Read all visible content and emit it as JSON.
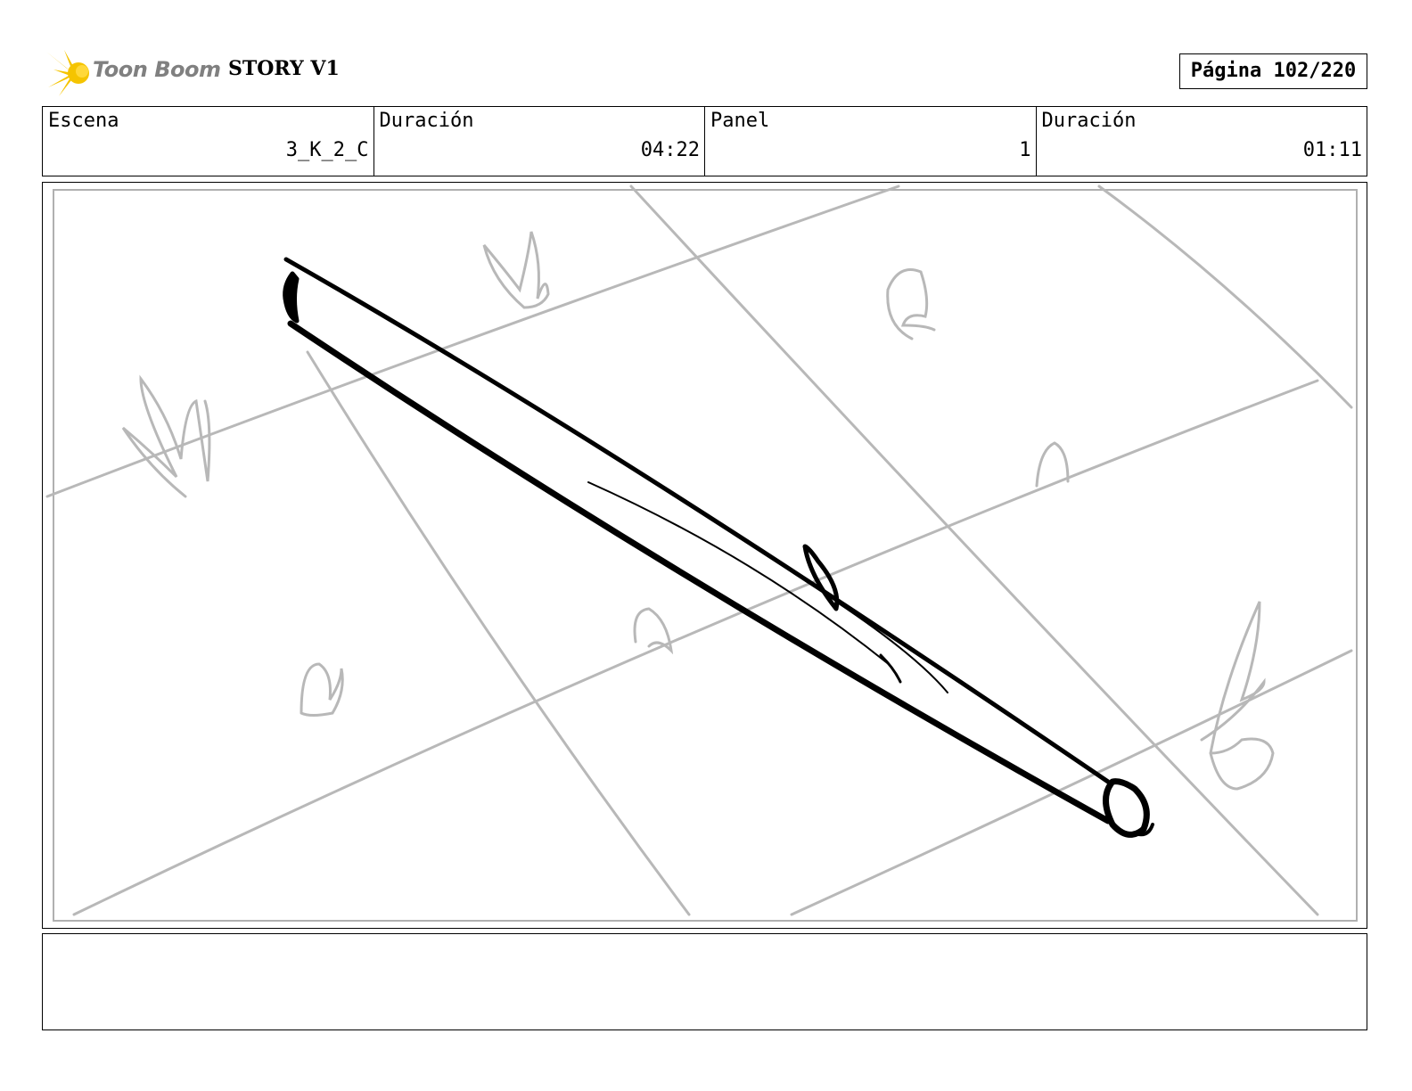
{
  "header": {
    "logo_text": "Toon Boom",
    "project_title": "STORY V1",
    "page_label": "Página 102/220"
  },
  "info": {
    "scene_label": "Escena",
    "scene_value": "3_K_2_C",
    "scene_duration_label": "Duración",
    "scene_duration_value": "04:22",
    "panel_label": "Panel",
    "panel_value": "1",
    "panel_duration_label": "Duración",
    "panel_duration_value": "01:11"
  },
  "notes": {
    "text": ""
  }
}
